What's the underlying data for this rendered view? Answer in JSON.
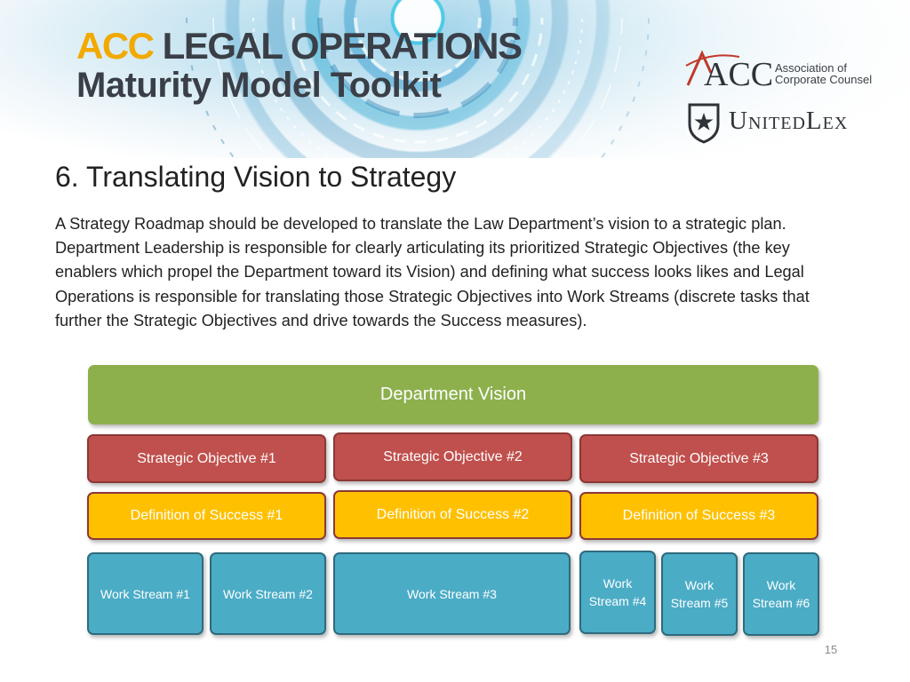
{
  "header": {
    "acc": "ACC",
    "legal_operations": "LEGAL OPERATIONS",
    "subtitle": "Maturity Model Toolkit",
    "acc_logo": {
      "mark": "ACC",
      "name_line1": "Association of",
      "name_line2": "Corporate Counsel"
    },
    "unitedlex_logo": {
      "name": "UnitedLex"
    }
  },
  "slide": {
    "title": "6. Translating Vision to Strategy",
    "body": "A Strategy Roadmap should be developed to translate the Law Department’s vision to a strategic plan. Department Leadership is responsible for clearly articulating its prioritized Strategic Objectives (the key enablers which propel the Department toward its Vision) and defining what success looks likes and Legal Operations is responsible for translating those Strategic Objectives into Work Streams (discrete tasks that further the Strategic Objectives and drive towards the Success measures)."
  },
  "diagram": {
    "vision": "Department Vision",
    "objectives": [
      "Strategic Objective #1",
      "Strategic Objective #2",
      "Strategic Objective #3"
    ],
    "success": [
      "Definition of Success #1",
      "Definition of Success #2",
      "Definition of Success #3"
    ],
    "work_streams": [
      "Work Stream #1",
      "Work Stream #2",
      "Work Stream #3",
      "Work Stream #4",
      "Work Stream #5",
      "Work Stream #6"
    ]
  },
  "colors": {
    "vision": "#8db04d",
    "objective": "#c0504d",
    "success": "#ffc000",
    "work_stream": "#4bacc6",
    "acc_orange": "#f2a900"
  },
  "page_number": "15"
}
